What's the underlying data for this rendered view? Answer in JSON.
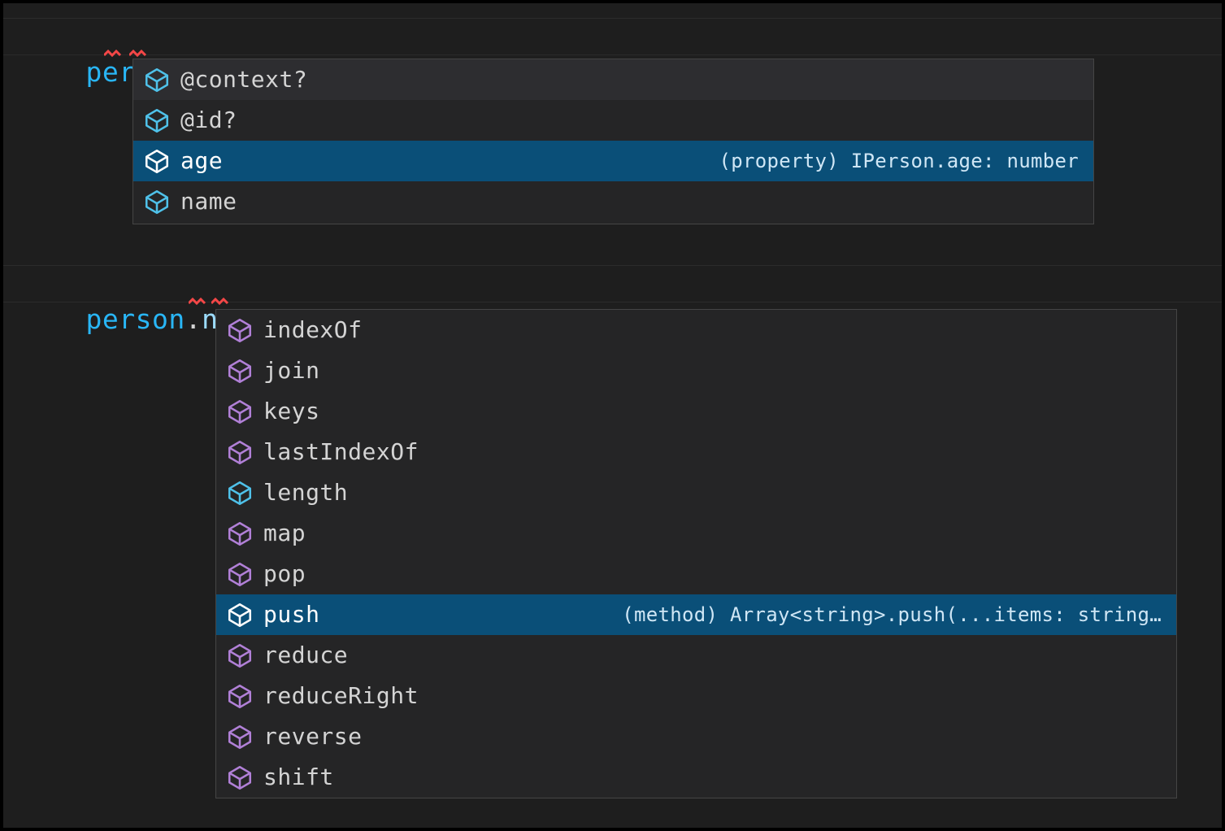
{
  "editor": {
    "theme_bg": "#1e1e1e",
    "selection_bg": "#0a4f78",
    "variable_color": "#29b6f6",
    "property_color": "#9cdcfe",
    "error_squiggle_color": "#f44747",
    "property_icon_color": "#4fc1e9",
    "method_icon_color": "#b180d7",
    "lines": [
      {
        "id": "line-1",
        "tokens": [
          {
            "text": "person",
            "kind": "variable"
          },
          {
            "text": ".",
            "kind": "punctuation"
          },
          {
            "text": ";",
            "kind": "punctuation"
          }
        ],
        "plain": "person.;"
      },
      {
        "id": "line-2",
        "tokens": [
          {
            "text": "person",
            "kind": "variable"
          },
          {
            "text": ".",
            "kind": "punctuation"
          },
          {
            "text": "name",
            "kind": "property"
          },
          {
            "text": ".",
            "kind": "punctuation"
          },
          {
            "text": ";",
            "kind": "punctuation"
          }
        ],
        "plain": "person.name.;"
      }
    ]
  },
  "suggest_widget_1": {
    "name": "person-member-suggestions",
    "selected_index": 2,
    "items": [
      {
        "label": "@context?",
        "icon": "property-cube-icon",
        "kind": "property",
        "detail": ""
      },
      {
        "label": "@id?",
        "icon": "property-cube-icon",
        "kind": "property",
        "detail": ""
      },
      {
        "label": "age",
        "icon": "property-cube-icon",
        "kind": "property",
        "detail": "(property) IPerson.age: number"
      },
      {
        "label": "name",
        "icon": "property-cube-icon",
        "kind": "property",
        "detail": ""
      }
    ]
  },
  "suggest_widget_2": {
    "name": "person-name-member-suggestions",
    "selected_index": 7,
    "items": [
      {
        "label": "indexOf",
        "icon": "method-cube-icon",
        "kind": "method",
        "detail": ""
      },
      {
        "label": "join",
        "icon": "method-cube-icon",
        "kind": "method",
        "detail": ""
      },
      {
        "label": "keys",
        "icon": "method-cube-icon",
        "kind": "method",
        "detail": ""
      },
      {
        "label": "lastIndexOf",
        "icon": "method-cube-icon",
        "kind": "method",
        "detail": ""
      },
      {
        "label": "length",
        "icon": "property-cube-icon",
        "kind": "property",
        "detail": ""
      },
      {
        "label": "map",
        "icon": "method-cube-icon",
        "kind": "method",
        "detail": ""
      },
      {
        "label": "pop",
        "icon": "method-cube-icon",
        "kind": "method",
        "detail": ""
      },
      {
        "label": "push",
        "icon": "method-cube-icon",
        "kind": "method",
        "detail": "(method) Array<string>.push(...items: string…"
      },
      {
        "label": "reduce",
        "icon": "method-cube-icon",
        "kind": "method",
        "detail": ""
      },
      {
        "label": "reduceRight",
        "icon": "method-cube-icon",
        "kind": "method",
        "detail": ""
      },
      {
        "label": "reverse",
        "icon": "method-cube-icon",
        "kind": "method",
        "detail": ""
      },
      {
        "label": "shift",
        "icon": "method-cube-icon",
        "kind": "method",
        "detail": ""
      }
    ]
  }
}
